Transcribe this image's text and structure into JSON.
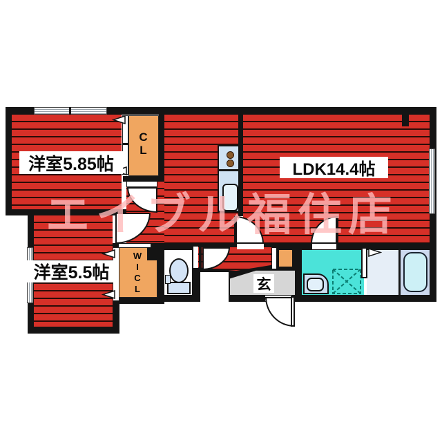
{
  "plan": {
    "watermark": "エイブル福住店",
    "rooms": {
      "western1": {
        "label": "洋室5.85帖"
      },
      "western2": {
        "label": "洋室5.5帖"
      },
      "ldk": {
        "label": "LDK14.4帖"
      },
      "closet": {
        "label": "CL"
      },
      "walk_in_closet": {
        "label": "WICL"
      },
      "entrance": {
        "label": "玄"
      }
    },
    "colors": {
      "floor_red": "#d63028",
      "floor_stripe": "#2a0c08",
      "closet_orange": "#f0a660",
      "washroom_cyan": "#4be3d9",
      "genkan_gray": "#d6d6d6",
      "bath_floor": "#e6eef7",
      "tub_area_blue": "#ccd9ee",
      "tub_fill": "#cdf0f6",
      "fixture_blue": "#cfe2f3",
      "wall_black": "#141414",
      "watermark_pink": "rgba(255,186,186,0.8)"
    }
  }
}
